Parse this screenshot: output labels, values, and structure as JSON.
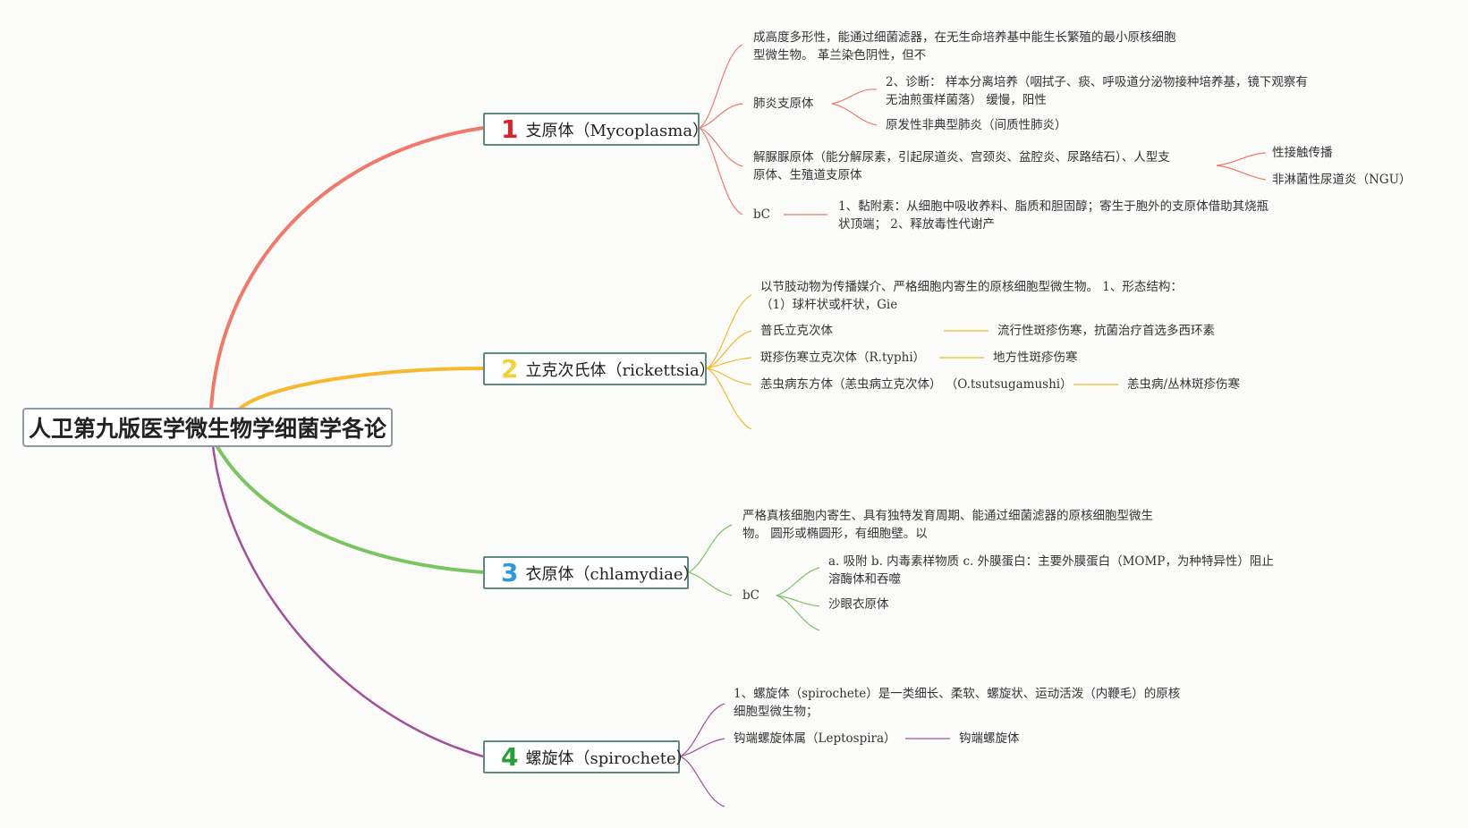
{
  "root": {
    "title": "人卫第九版医学微生物学细菌学各论"
  },
  "branches": [
    {
      "num": "1",
      "title": "支原体（Mycoplasma）",
      "color": "#ef7a6b",
      "items": {
        "def_line1": "成高度多形性，能通过细菌滤器，在无生命培养基中能生长繁殖的最小原核细胞",
        "def_line2": "型微生物。 革兰染色阴性，但不",
        "pneumonia": "肺炎支原体",
        "diag_line1": "2、诊断： 样本分离培养（咽拭子、痰、呼吸道分泌物接种培养基，镜下观察有",
        "diag_line2": "无油煎蛋样菌落） 缓慢，阳性",
        "atypical": "原发性非典型肺炎（间质性肺炎）",
        "urea_line1": "解脲脲原体（能分解尿素，引起尿道炎、宫颈炎、盆腔炎、尿路结石）、人型支",
        "urea_line2": "原体、生殖道支原体",
        "sexual": "性接触传播",
        "ngu": "非淋菌性尿道炎（NGU）",
        "bc": "bC",
        "bc_line1": "1、黏附素：从细胞中吸收养料、脂质和胆固醇；寄生于胞外的支原体借助其烧瓶",
        "bc_line2": "状顶端； 2、释放毒性代谢产"
      }
    },
    {
      "num": "2",
      "title": "立克次氏体（rickettsia）",
      "color": "#f6b92e",
      "items": {
        "def_line1": "以节肢动物为传播媒介、严格细胞内寄生的原核细胞型微生物。 1、形态结构：",
        "def_line2": "（1）球杆状或杆状，Gie",
        "prowazekii": "普氏立克次体",
        "epidemic": "流行性斑疹伤寒，抗菌治疗首选多西环素",
        "typhi": "斑疹伤寒立克次体（R.typhi）",
        "endemic": "地方性斑疹伤寒",
        "orientia": "恙虫病东方体（恙虫病立克次体） （O.tsutsugamushi）",
        "scrub": "恙虫病/丛林斑疹伤寒"
      }
    },
    {
      "num": "3",
      "title": "衣原体（chlamydiae）",
      "color": "#7bc462",
      "items": {
        "def_line1": "严格真核细胞内寄生、具有独特发育周期、能通过细菌滤器的原核细胞型微生",
        "def_line2": "物。 圆形或椭圆形，有细胞壁。以",
        "bc": "bC",
        "bc_line1": "a. 吸附 b. 内毒素样物质 c. 外膜蛋白：主要外膜蛋白（MOMP，为种特异性）阻止",
        "bc_line2": "溶酶体和吞噬",
        "trachoma": "沙眼衣原体"
      }
    },
    {
      "num": "4",
      "title": "螺旋体（spirochete）",
      "color": "#a3509a",
      "items": {
        "def_line1": "1、螺旋体（spirochete）是一类细长、柔软、螺旋状、运动活泼（内鞭毛）的原核",
        "def_line2": "细胞型微生物；",
        "leptospira": "钩端螺旋体属（Leptospira）",
        "lepto_sub": "钩端螺旋体"
      }
    }
  ],
  "num_colors": [
    "#d4262f",
    "#f2d23c",
    "#2e9bd6",
    "#27a03a"
  ]
}
